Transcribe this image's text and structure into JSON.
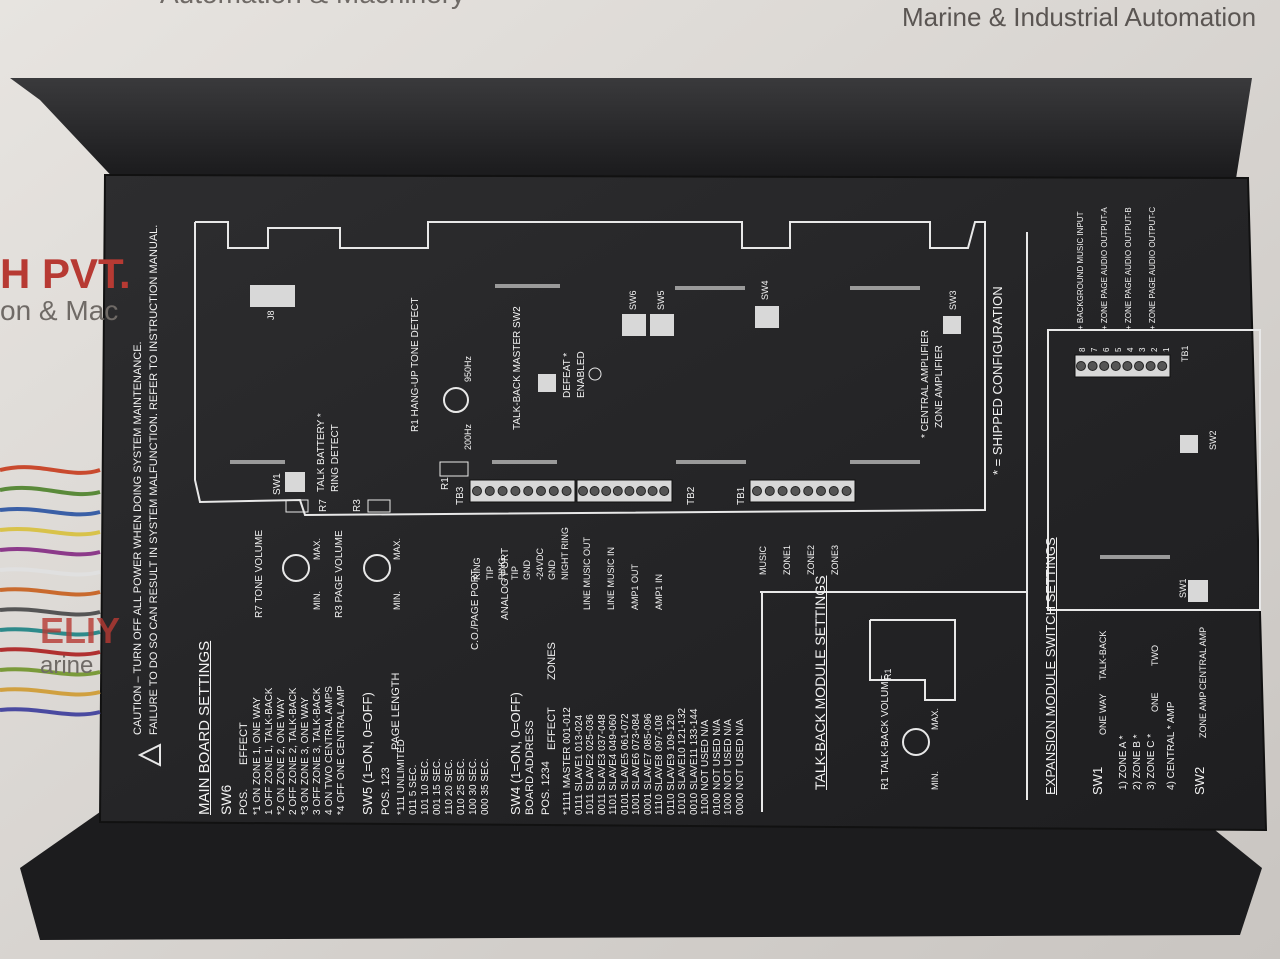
{
  "watermarks": {
    "top_left": "Automation & Machinery",
    "top_right": "Marine & Industrial Automation",
    "left_red": "H PVT.",
    "left_sub": "on & Mac",
    "left_red_lower": "ELIY",
    "left_sub_lower": "arine"
  },
  "plate": {
    "caution_title": "CAUTION – TURN OFF ALL POWER WHEN DOING SYSTEM MAINTENANCE.",
    "caution_sub": "FAILURE TO DO SO CAN RESULT IN SYSTEM MALFUNCTION. REFER TO INSTRUCTION MANUAL.",
    "main_board_title": "MAIN BOARD SETTINGS",
    "sw6_title": "SW6",
    "sw6_header_pos": "POS.",
    "sw6_header_effect": "EFFECT",
    "sw6_rows": [
      "*1 ON    ZONE 1, ONE WAY",
      "1 OFF   ZONE 1, TALK-BACK",
      "*2 ON    ZONE 2, ONE WAY",
      "2 OFF   ZONE 2, TALK-BACK",
      "*3 ON    ZONE 3, ONE WAY",
      "3 OFF   ZONE 3, TALK-BACK",
      "4 ON    TWO CENTRAL AMPS",
      "*4 OFF   ONE CENTRAL AMP"
    ],
    "sw5_title": "SW5  (1=ON, 0=OFF)",
    "sw5_header_pos": "POS. 123",
    "sw5_header_len": "PAGE LENGTH",
    "sw5_rows": [
      "*111   UNLIMITED",
      "011    5 SEC.",
      "101    10 SEC.",
      "001    15 SEC.",
      "110    20 SEC.",
      "010    25 SEC.",
      "100    30 SEC.",
      "000    35 SEC."
    ],
    "sw4_title": "SW4  (1=ON, 0=OFF)",
    "sw4_subtitle": "BOARD ADDRESS",
    "sw4_header_pos": "POS. 1234",
    "sw4_header_effect": "EFFECT",
    "sw4_header_zones": "ZONES",
    "sw4_rows": [
      "*1111  MASTER     001-012",
      "0111   SLAVE1     013-024",
      "1011   SLAVE2     025-036",
      "0011   SLAVE3     037-048",
      "1101   SLAVE4     049-060",
      "0101   SLAVE5     061-072",
      "1001   SLAVE6     073-084",
      "0001   SLAVE7     085-096",
      "1110   SLAVE8     097-108",
      "0110   SLAVE9     109-120",
      "1010   SLAVE10    121-132",
      "0010   SLAVE11    133-144",
      "1100   NOT USED   N/A",
      "0100   NOT USED   N/A",
      "1000   NOT USED   N/A",
      "0000   NOT USED   N/A"
    ],
    "r7_label": "R7 TONE VOLUME",
    "r3_label": "R3 PAGE VOLUME",
    "min_label": "MIN.",
    "max_label": "MAX.",
    "tb3_label": "TB3",
    "tb3_terminals": [
      "RING",
      "TIP",
      "RING",
      "TIP",
      "GND",
      "-24VDC",
      "GND",
      "NIGHT RING"
    ],
    "tb3_group1": "C.O./PAGE PORT",
    "tb3_group2": "ANALOG PORT",
    "tb2_label": "TB2",
    "tb2_terminals": [
      "LINE MUSIC OUT",
      "LINE MUSIC IN",
      "AMP1 OUT",
      "AMP1 IN"
    ],
    "tb1_label": "TB1",
    "tb1_terminals": [
      "MUSIC",
      "ZONE1",
      "ZONE2",
      "ZONE3"
    ],
    "sw1_main": "SW1",
    "sw1_talk": "TALK BATTERY *",
    "sw1_ring": "RING DETECT",
    "r7": "R7",
    "r3": "R3",
    "r1": "R1",
    "r1_hangup": "R1 HANG-UP TONE DETECT",
    "hz_low": "200Hz",
    "hz_high": "950Hz",
    "sw2_label": "TALK-BACK MASTER SW2",
    "defeat": "DEFEAT *",
    "enabled": "ENABLED",
    "sw6_chip": "SW6",
    "sw5_chip": "SW5",
    "sw4_chip": "SW4",
    "sw3_chip": "SW3",
    "j8": "J8",
    "central_amp": "* CENTRAL AMPLIFIER",
    "zone_amp": "ZONE AMPLIFIER",
    "shipped": "* = SHIPPED CONFIGURATION",
    "talkback_module_title": "TALK-BACK MODULE SETTINGS",
    "tbm_r1": "R1",
    "tbm_vol": "R1 TALK-BACK VOLUME",
    "expansion_title": "EXPANSION MODULE SWITCH SETTINGS",
    "exp_sw1": "SW1",
    "exp_sw2": "SW2",
    "exp_one_way": "ONE WAY",
    "exp_talk_back": "TALK-BACK",
    "exp_zone_a": "1) ZONE A *",
    "exp_zone_b": "2) ZONE B *",
    "exp_zone_c": "3) ZONE C *",
    "exp_central": "4) CENTRAL * AMP",
    "exp_one": "ONE",
    "exp_two": "TWO",
    "exp_zone_amp": "ZONE AMP",
    "exp_central_amp": "CENTRAL AMP",
    "tb1_exp": "TB1",
    "sw2_exp": "SW2",
    "sw1_exp": "SW1",
    "exp_tb_labels": [
      "+ BACKGROUND MUSIC INPUT",
      "+ ZONE PAGE AUDIO OUTPUT-A",
      "+ ZONE PAGE AUDIO OUTPUT-B",
      "+ ZONE PAGE AUDIO OUTPUT-C"
    ],
    "exp_tb_numbers": [
      "8",
      "7",
      "6",
      "5",
      "4",
      "3",
      "2",
      "1"
    ]
  }
}
